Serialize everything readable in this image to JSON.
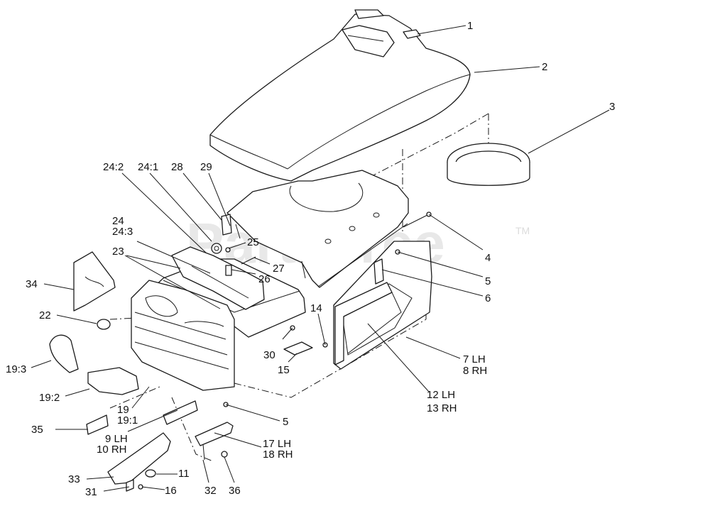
{
  "watermark": {
    "text": "PartsTree",
    "trademark": "TM"
  },
  "callouts": {
    "c1": "1",
    "c2": "2",
    "c3": "3",
    "c4": "4",
    "c5a": "5",
    "c5b": "5",
    "c6": "6",
    "c7": "7 LH",
    "c8": "8 RH",
    "c9": "9 LH",
    "c10": "10 RH",
    "c11": "11",
    "c12": "12 LH",
    "c13": "13 RH",
    "c14": "14",
    "c15": "15",
    "c16": "16",
    "c17": "17 LH",
    "c18": "18 RH",
    "c19": "19",
    "c19_1": "19:1",
    "c19_2": "19:2",
    "c19_3": "19:3",
    "c22": "22",
    "c23": "23",
    "c24": "24",
    "c24_1": "24:1",
    "c24_2": "24:2",
    "c24_3": "24:3",
    "c25": "25",
    "c26": "26",
    "c27": "27",
    "c28": "28",
    "c29": "29",
    "c30": "30",
    "c31": "31",
    "c32": "32",
    "c33": "33",
    "c34": "34",
    "c35": "35",
    "c36": "36"
  }
}
